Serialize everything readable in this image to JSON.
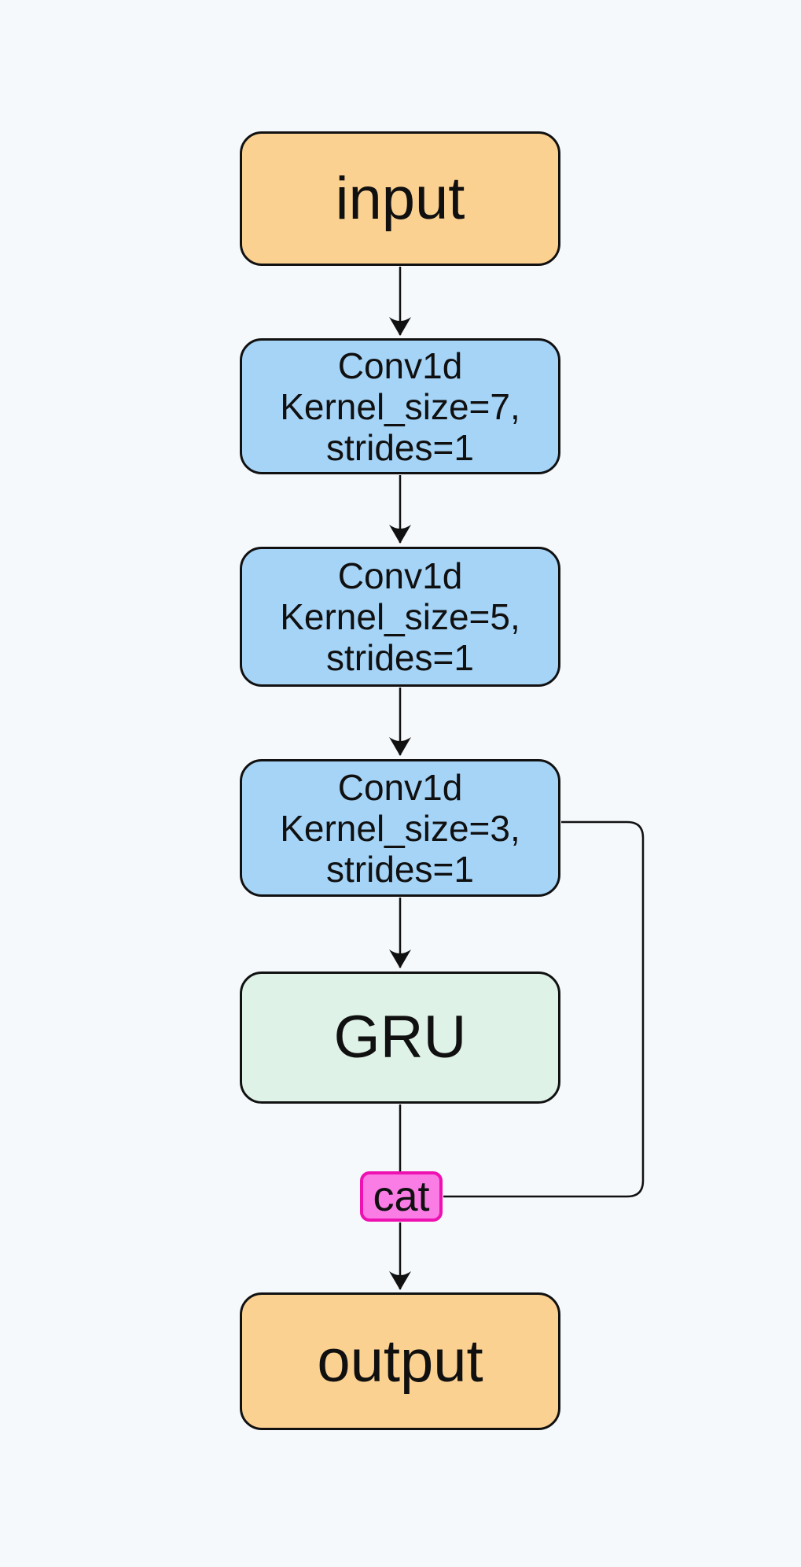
{
  "background": "#F5F9FC",
  "diagram": {
    "edge_color": "#111111",
    "nodes": {
      "input": {
        "label": "input",
        "fill": "#FBD191",
        "border": "#111111"
      },
      "conv1": {
        "lines": [
          "Conv1d",
          "Kernel_size=7,",
          "strides=1"
        ],
        "fill": "#A6D4F7",
        "border": "#111111"
      },
      "conv2": {
        "lines": [
          "Conv1d",
          "Kernel_size=5,",
          "strides=1"
        ],
        "fill": "#A6D4F7",
        "border": "#111111"
      },
      "conv3": {
        "lines": [
          "Conv1d",
          "Kernel_size=3,",
          "strides=1"
        ],
        "fill": "#A6D4F7",
        "border": "#111111"
      },
      "gru": {
        "label": "GRU",
        "fill": "#DFF2E7",
        "border": "#111111"
      },
      "cat": {
        "label": "cat",
        "fill": "#F97DE5",
        "border": "#EE10B0"
      },
      "output": {
        "label": "output",
        "fill": "#FBD191",
        "border": "#111111"
      }
    },
    "edges": [
      {
        "from": "input",
        "to": "conv1",
        "arrow": true
      },
      {
        "from": "conv1",
        "to": "conv2",
        "arrow": true
      },
      {
        "from": "conv2",
        "to": "conv3",
        "arrow": true
      },
      {
        "from": "conv3",
        "to": "gru",
        "arrow": true
      },
      {
        "from": "gru",
        "to": "cat",
        "arrow": false
      },
      {
        "from": "cat",
        "to": "output",
        "arrow": true
      },
      {
        "from": "conv3",
        "to": "cat",
        "arrow": false,
        "type": "skip"
      }
    ]
  }
}
